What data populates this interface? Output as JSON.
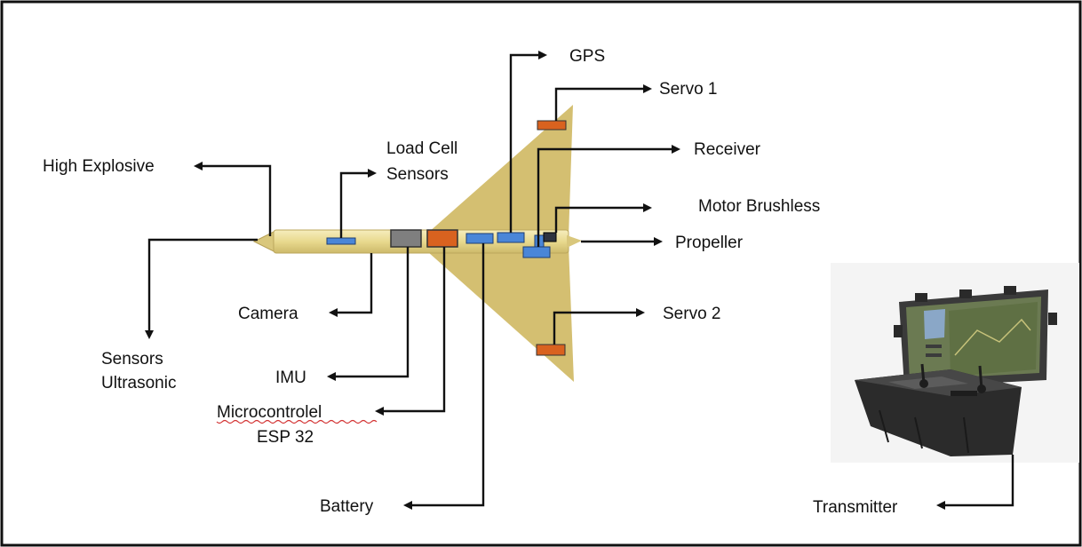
{
  "colors": {
    "body": "#ecdf9a",
    "body_stroke": "#c8b360",
    "fin": "#d4bf71",
    "blue": "#4a86d8",
    "orange": "#d9621f",
    "gray": "#7f7f7f",
    "dark": "#2e3340",
    "line": "#111111",
    "spell_underline": "#d23030"
  },
  "labels": {
    "gps": "GPS",
    "servo1": "Servo 1",
    "receiver": "Receiver",
    "motor": "Motor Brushless",
    "propeller": "Propeller",
    "servo2": "Servo 2",
    "high_explosive": "High Explosive",
    "load_cell_line1": "Load Cell",
    "load_cell_line2": "Sensors",
    "camera": "Camera",
    "sensors_line1": "Sensors",
    "sensors_line2": "Ultrasonic",
    "imu": "IMU",
    "micro_line1": "Microcontrolel",
    "micro_line2": "ESP 32",
    "battery": "Battery",
    "transmitter": "Transmitter"
  },
  "transmitter_image": {
    "icon": "transmitter-case-icon"
  }
}
